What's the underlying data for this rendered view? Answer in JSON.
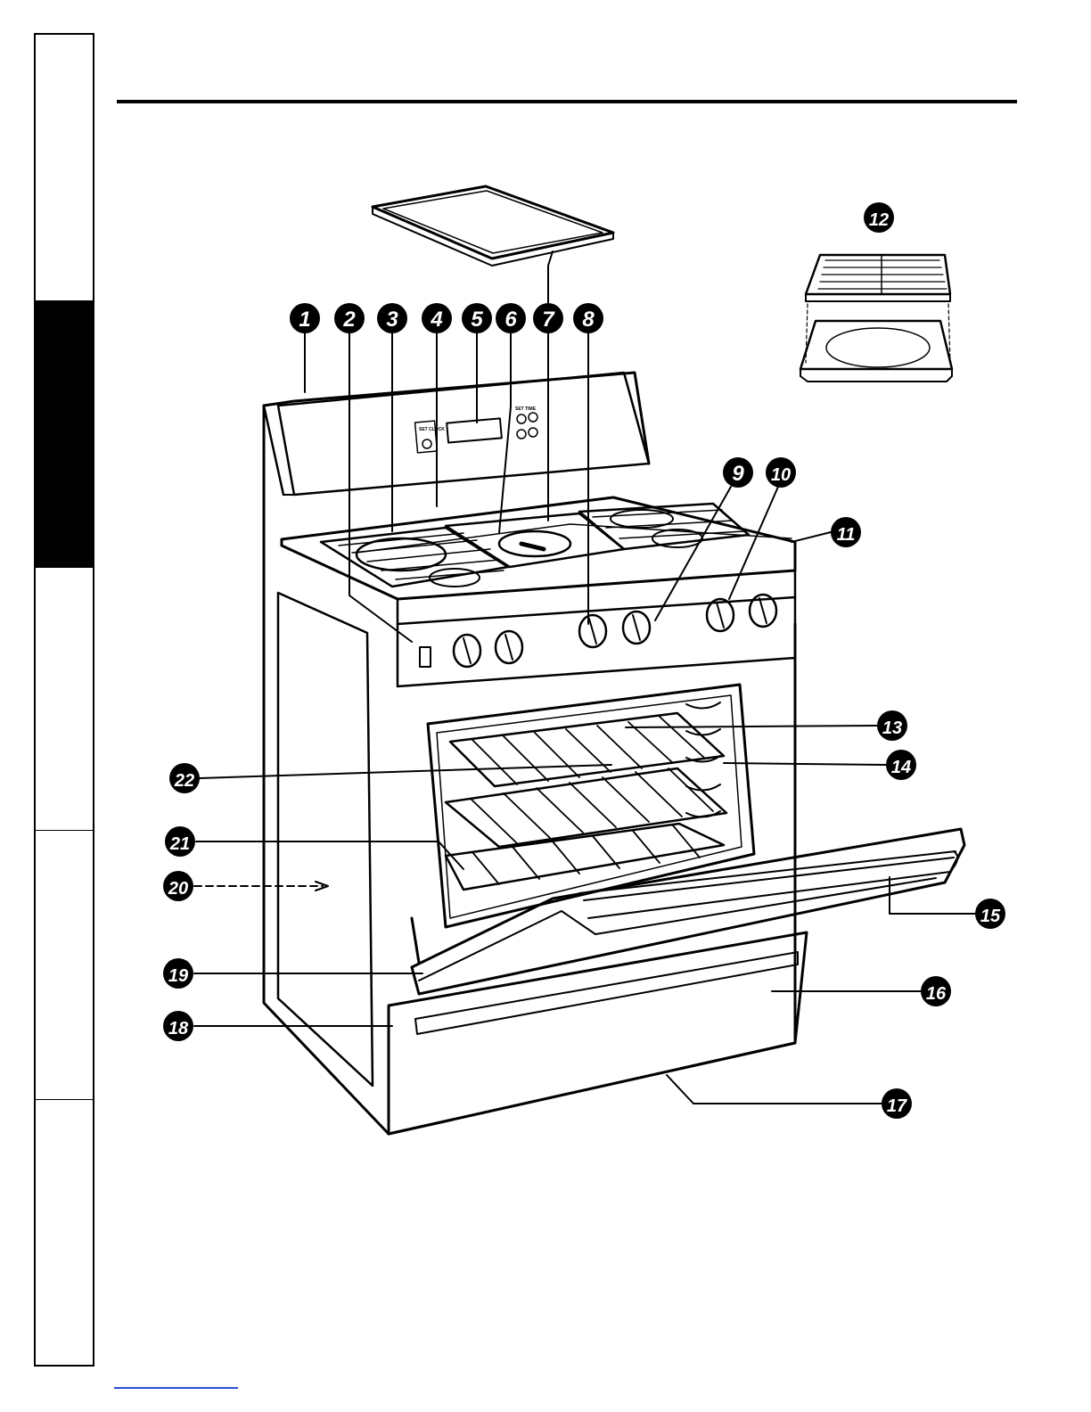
{
  "document": {
    "panel_labels": {
      "set_clock": "SET CLOCK",
      "set_time": "SET TIME"
    },
    "callouts": [
      "1",
      "2",
      "3",
      "4",
      "5",
      "6",
      "7",
      "8",
      "9",
      "10",
      "11",
      "12",
      "13",
      "14",
      "15",
      "16",
      "17",
      "18",
      "19",
      "20",
      "21",
      "22"
    ]
  },
  "colors": {
    "ink": "#000000",
    "paper": "#ffffff",
    "link": "#2a4fd6"
  }
}
